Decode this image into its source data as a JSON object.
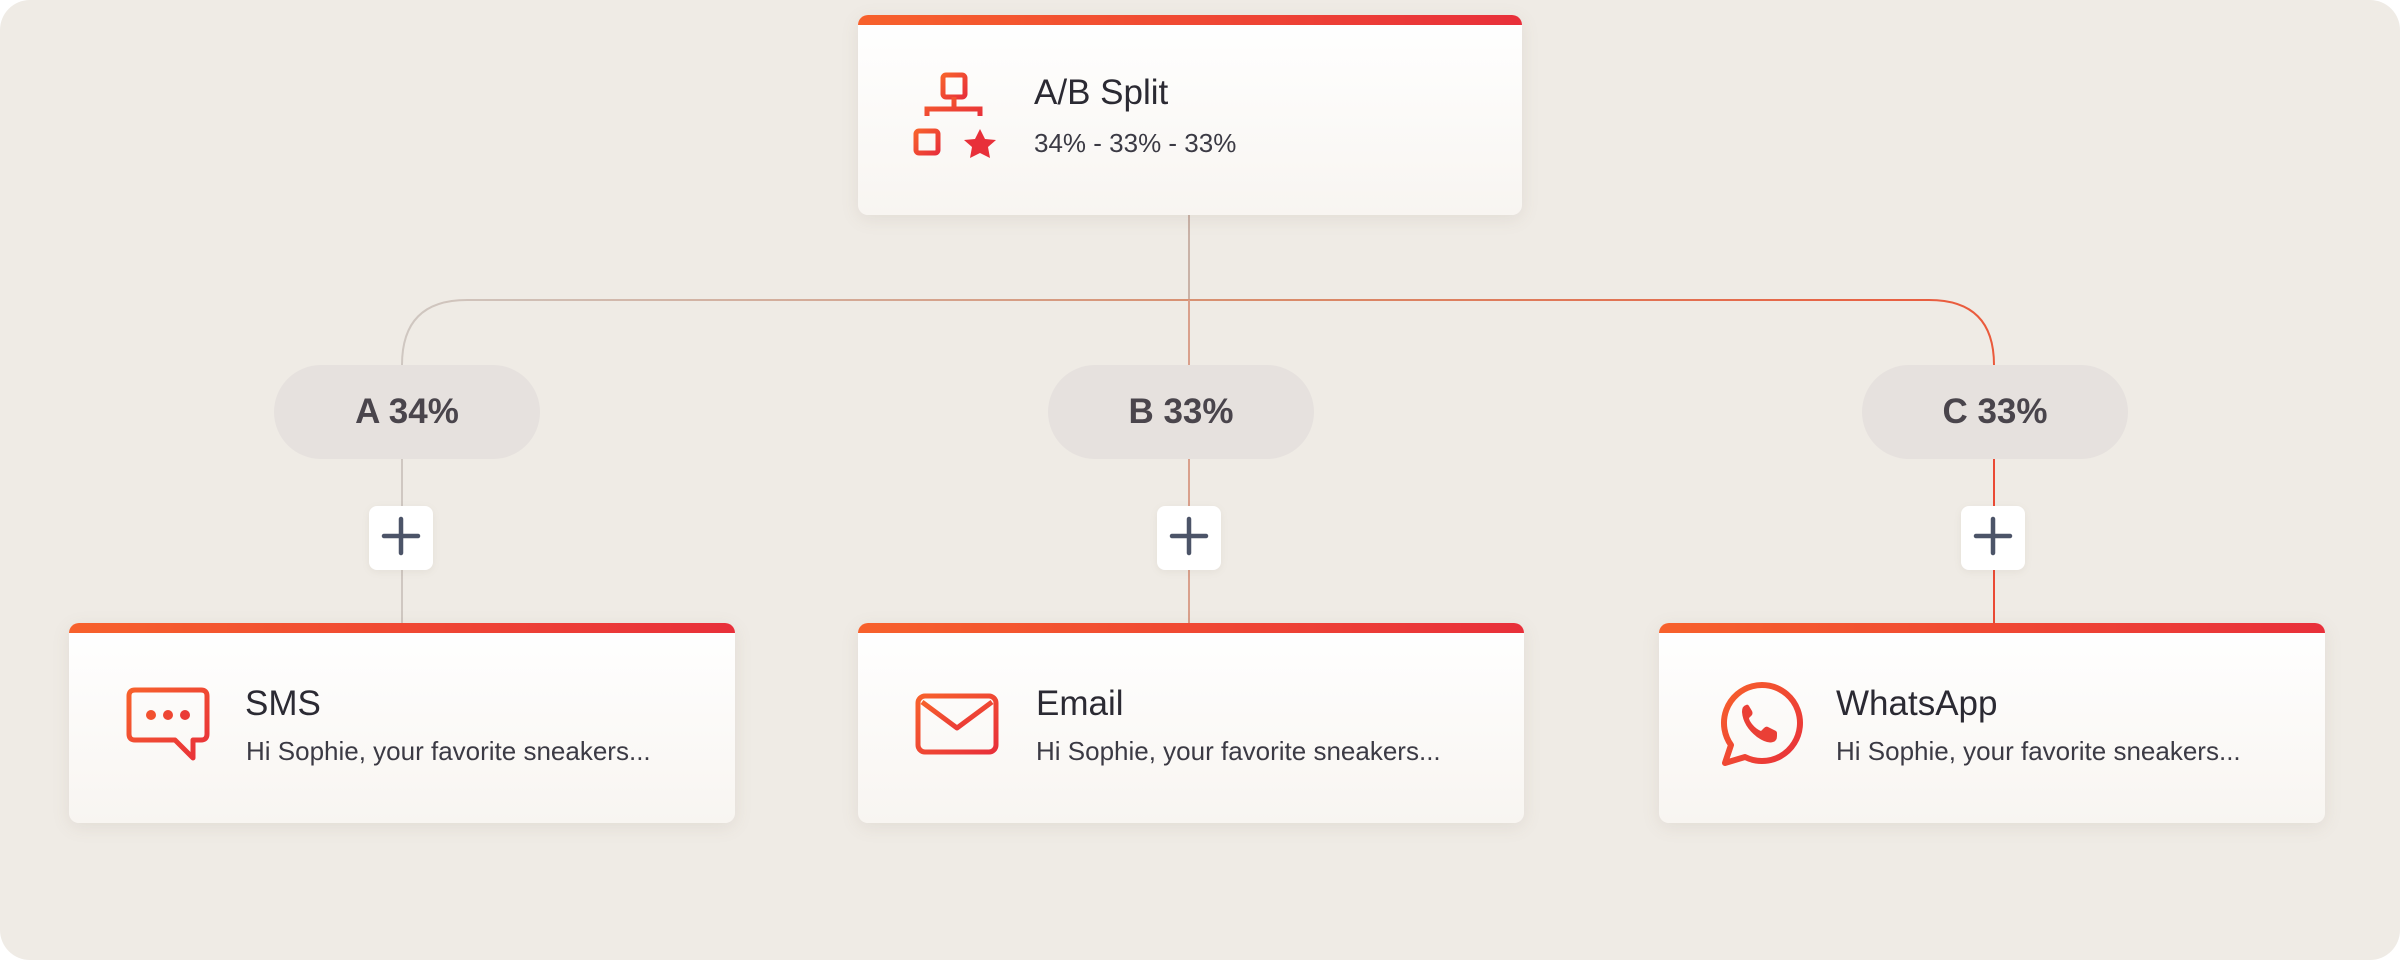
{
  "split_node": {
    "title": "A/B Split",
    "subtitle": "34% - 33% - 33%",
    "icon": "ab-split-icon"
  },
  "branches": [
    {
      "label": "A 34%",
      "add_icon": "plus-icon",
      "channel": {
        "icon": "sms-icon",
        "title": "SMS",
        "message": "Hi Sophie, your favorite sneakers..."
      }
    },
    {
      "label": "B 33%",
      "add_icon": "plus-icon",
      "channel": {
        "icon": "email-icon",
        "title": "Email",
        "message": "Hi Sophie, your favorite sneakers..."
      }
    },
    {
      "label": "C 33%",
      "add_icon": "plus-icon",
      "channel": {
        "icon": "whatsapp-icon",
        "title": "WhatsApp",
        "message": "Hi Sophie, your favorite sneakers..."
      }
    }
  ],
  "colors": {
    "background": "#efebe5",
    "accent_start": "#f7612c",
    "accent_end": "#e8303a",
    "pill": "#e6e1de",
    "neutral_line": "#cfc7c1"
  }
}
